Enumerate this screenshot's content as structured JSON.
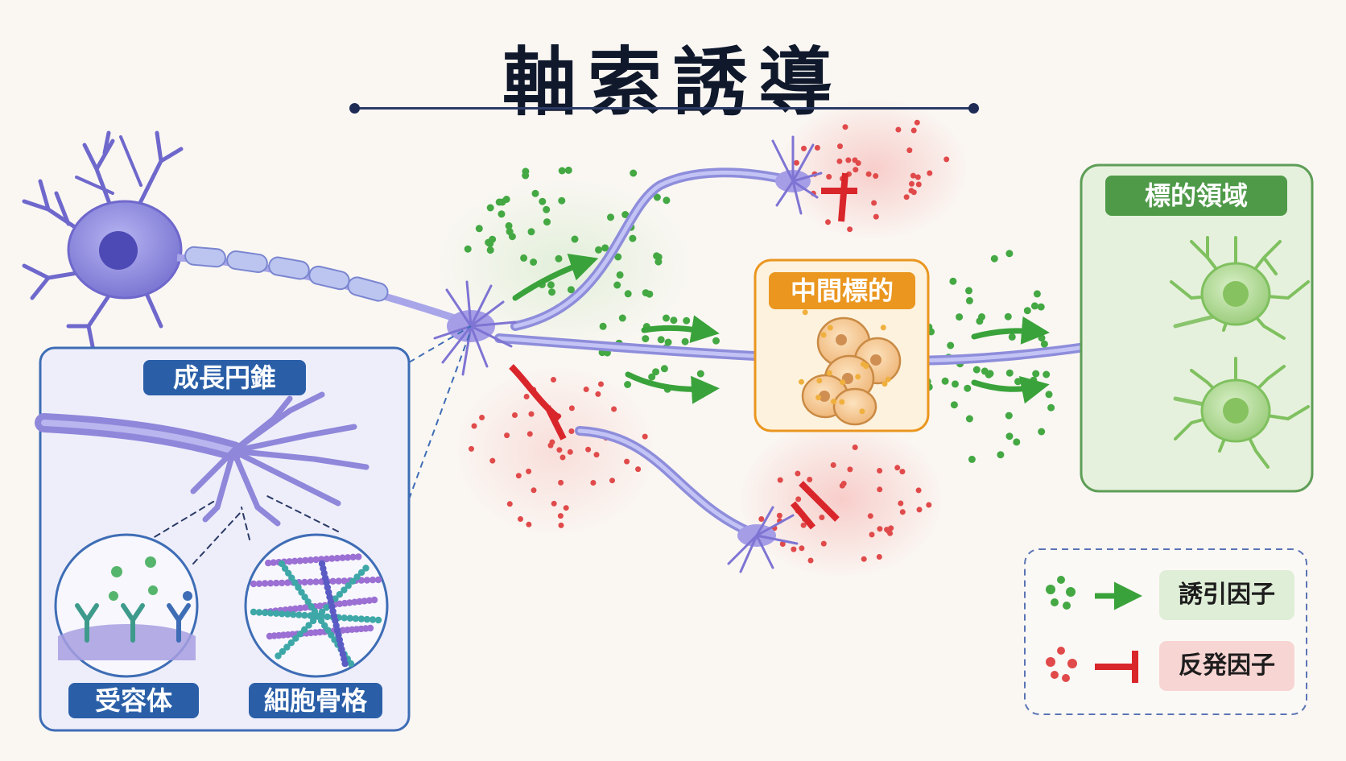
{
  "title": "軸索誘導",
  "inset": {
    "header": "成長円錐",
    "left_circle_label": "受容体",
    "right_circle_label": "細胞骨格"
  },
  "intermediate_target_label": "中間標的",
  "target_region_label": "標的領域",
  "legend": {
    "attractant_label": "誘引因子",
    "repellent_label": "反発因子"
  },
  "colors": {
    "attractant": "#44a843",
    "repellent": "#e04a4a",
    "neuron": "#8c85db",
    "target_neuron": "#9ed07f",
    "inset_border": "#3e6db5",
    "intermediate_border": "#ea961f",
    "target_border": "#5e9e57"
  }
}
